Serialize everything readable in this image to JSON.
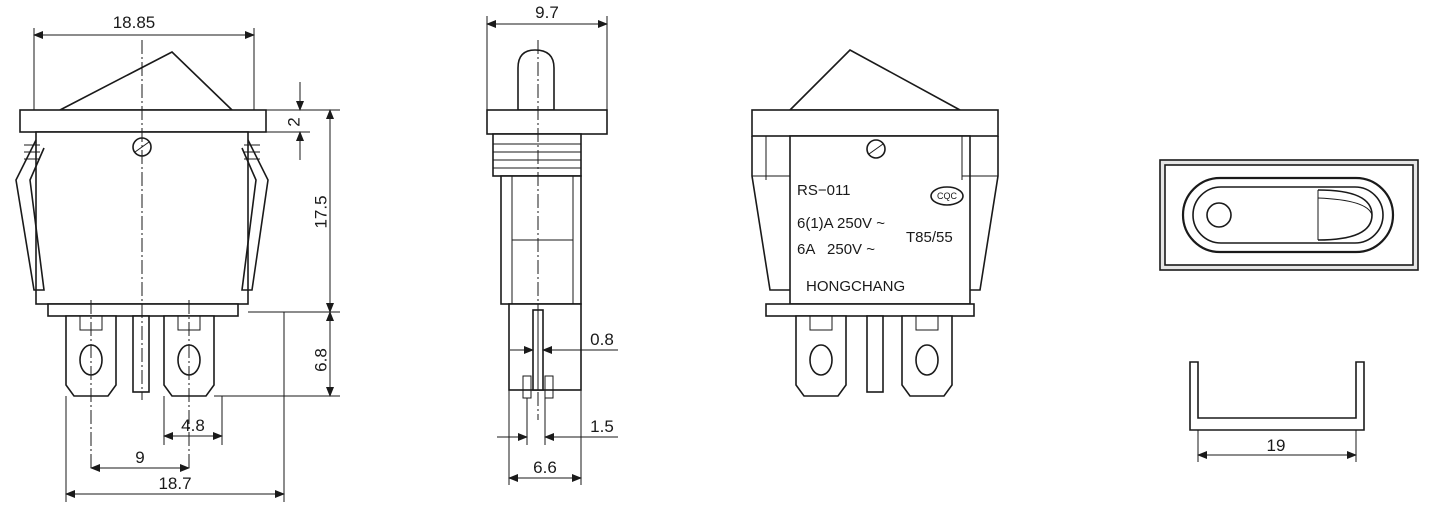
{
  "dimensions": {
    "front_width_top": "18.85",
    "side_width": "9.7",
    "front_height": "17.5",
    "bezel_thickness": "2",
    "terminal_length": "6.8",
    "terminal_width": "4.8",
    "terminal_pitch": "9",
    "front_width_bottom": "18.7",
    "pin_thickness": "0.8",
    "pin_offset": "1.5",
    "side_base_width": "6.6",
    "clip_width": "19"
  },
  "label": {
    "model": "RS−011",
    "rating_1": "6(1)A 250V ~",
    "rating_2": "6A   250V ~",
    "temp": "T85/55",
    "brand": "HONGCHANG",
    "cert": "CQC"
  }
}
